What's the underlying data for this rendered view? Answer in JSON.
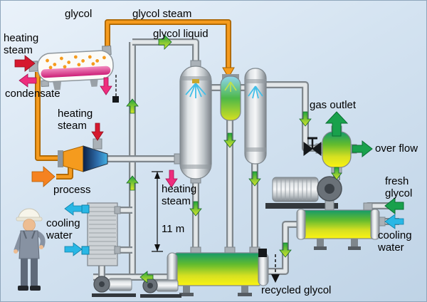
{
  "labels": {
    "glycol": "glycol",
    "glycol_steam": "glycol steam",
    "glycol_liquid": "glycol liquid",
    "heating_steam_evaporator": "heating steam",
    "condensate": "condensate",
    "heating_steam_ejector": "heating steam",
    "process": "process",
    "cooling_water_left": "cooling water",
    "heating_steam_column": "heating steam",
    "column_height": "11 m",
    "gas_outlet": "gas outlet",
    "over_flow": "over flow",
    "fresh_glycol": "fresh glycol",
    "cooling_water_right": "cooling water",
    "recycled_glycol": "recycled glycol"
  },
  "colors": {
    "background": "#d4e3f1",
    "pipe_gray": "#b9bfc4",
    "pipe_orange": "#f59b1e",
    "steam_arrow_red": "#d6182e",
    "condensate_arrow_magenta": "#ee2d7d",
    "water_arrow_cyan": "#29b7e5",
    "flow_arrow_green": "#19a14c",
    "process_arrow_orange": "#f58220",
    "glycol_green": "#3aa63c",
    "glycol_yellow": "#f9f018",
    "vessel_metal": "#c7cdd1"
  }
}
